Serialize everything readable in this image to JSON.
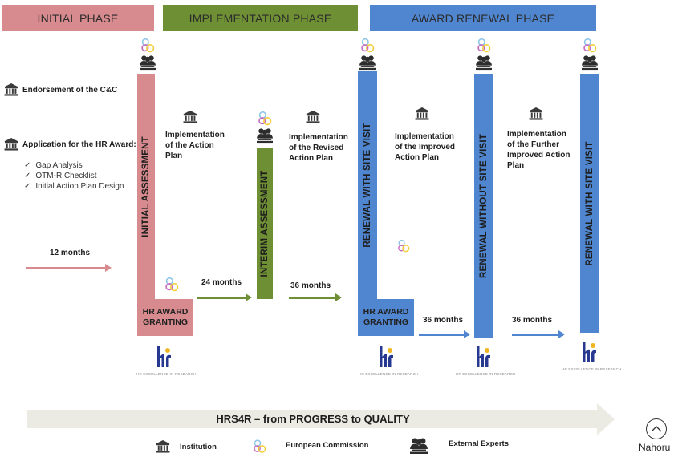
{
  "phases": [
    {
      "label": "INITIAL PHASE",
      "color": "#d88b8e"
    },
    {
      "label": "IMPLEMENTATION PHASE",
      "color": "#6f8f35"
    },
    {
      "label": "AWARD RENEWAL PHASE",
      "color": "#4f86cf"
    }
  ],
  "initial": {
    "endorsement": "Endorsement of the C&C",
    "application": "Application for the HR Award:",
    "checklist": [
      "Gap Analysis",
      "OTM-R Checklist",
      "Initial Action Plan Design"
    ],
    "duration": "12 months"
  },
  "assessments": [
    {
      "label": "INITIAL ASSESSMENT"
    },
    {
      "label": "INTERIM ASSESSMENT"
    },
    {
      "label": "RENEWAL WITH SITE VISIT"
    },
    {
      "label": "RENEWAL WITHOUT SITE VISIT"
    },
    {
      "label": "RENEWAL WITH SITE VISIT"
    }
  ],
  "implementations": [
    {
      "text": "Implementation of the Action Plan",
      "lines": [
        "Implementation",
        "of the Action",
        "Plan"
      ]
    },
    {
      "text": "Implementation of the Revised Action Plan",
      "lines": [
        "Implementation",
        "of the Revised",
        "Action Plan"
      ]
    },
    {
      "text": "Implementation of the Improved Action Plan",
      "lines": [
        "Implementation",
        "of the Improved",
        "Action Plan"
      ]
    },
    {
      "text": "Implementation of the Further Improved Action Plan",
      "lines": [
        "Implementation",
        "of the Further",
        "Improved Action",
        "Plan"
      ]
    }
  ],
  "durations": [
    "24 months",
    "36 months",
    "36 months",
    "36 months"
  ],
  "granting": [
    "HR AWARD",
    "GRANTING"
  ],
  "logo": {
    "mark": "hr",
    "tagline": "HR EXCELLENCE IN RESEARCH"
  },
  "banner": "HRS4R – from PROGRESS to QUALITY",
  "legend": [
    {
      "icon": "institution-icon",
      "label": "Institution"
    },
    {
      "icon": "european-commission-icon",
      "label": "European Commission"
    },
    {
      "icon": "external-experts-icon",
      "label": "External Experts"
    }
  ],
  "back_to_top": {
    "icon": "chevron-up-circle-icon",
    "label": "Nahoru"
  }
}
